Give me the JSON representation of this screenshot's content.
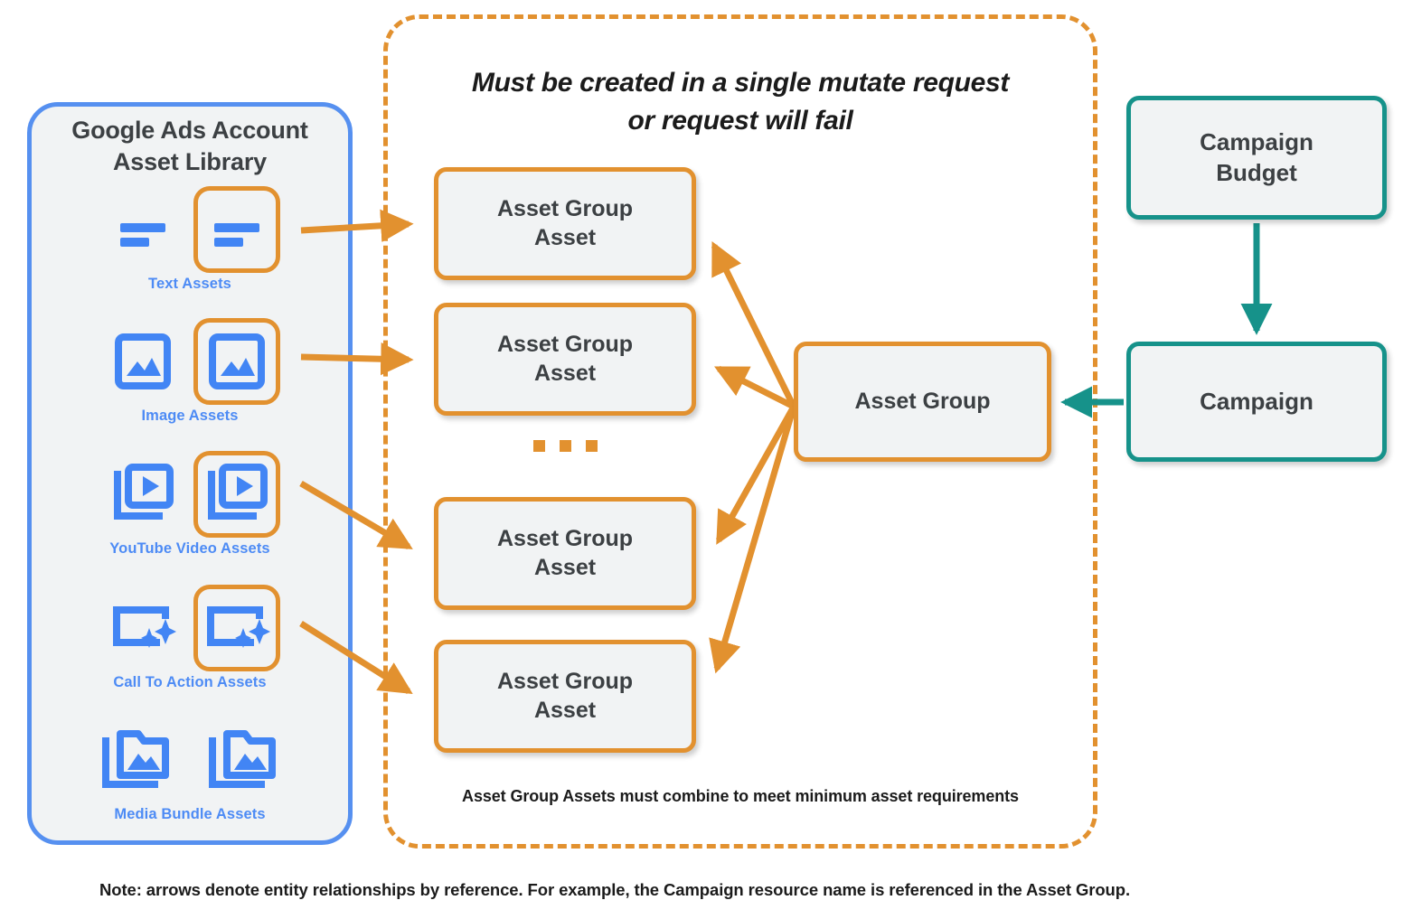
{
  "colors": {
    "orange": "#e2912f",
    "blue": "#4285f4",
    "caption_blue": "#4d8bf5",
    "teal": "#16928a",
    "node_fill": "#f1f3f4",
    "text_dark": "#3c4043",
    "text_black": "#1b1b1b"
  },
  "asset_library": {
    "title_line1": "Google Ads Account",
    "title_line2": "Asset Library",
    "rows": [
      {
        "caption": "Text Assets",
        "icon": "text-lines-icon",
        "highlighted_index": 1
      },
      {
        "caption": "Image Assets",
        "icon": "image-icon",
        "highlighted_index": 1
      },
      {
        "caption": "YouTube Video  Assets",
        "icon": "video-stack-icon",
        "highlighted_index": 1
      },
      {
        "caption": "Call To Action Assets",
        "icon": "call-to-action-icon",
        "highlighted_index": 1
      },
      {
        "caption": "Media Bundle  Assets",
        "icon": "media-bundle-icon",
        "highlighted_index": -1
      }
    ]
  },
  "mutate_region": {
    "title_line1": "Must be created in a single mutate request",
    "title_line2": "or request will fail",
    "footnote": "Asset Group Assets must combine to meet minimum asset requirements"
  },
  "nodes": {
    "asset_group_assets": [
      {
        "line1": "Asset Group",
        "line2": "Asset"
      },
      {
        "line1": "Asset Group",
        "line2": "Asset"
      },
      {
        "line1": "Asset Group",
        "line2": "Asset"
      },
      {
        "line1": "Asset Group",
        "line2": "Asset"
      }
    ],
    "ellipsis": "...",
    "asset_group": "Asset Group",
    "campaign_budget_line1": "Campaign",
    "campaign_budget_line2": "Budget",
    "campaign": "Campaign"
  },
  "footer": {
    "note": "Note: arrows denote entity relationships by reference. For example, the Campaign resource name is referenced in the Asset Group."
  },
  "diagram_data": {
    "type": "entity-relationship-diagram",
    "edges": [
      {
        "from": "text-asset-icon",
        "to": "asset-group-asset-1",
        "color": "#e2912f"
      },
      {
        "from": "image-asset-icon",
        "to": "asset-group-asset-2",
        "color": "#e2912f"
      },
      {
        "from": "video-asset-icon",
        "to": "asset-group-asset-3",
        "color": "#e2912f"
      },
      {
        "from": "call-to-action-icon",
        "to": "asset-group-asset-4",
        "color": "#e2912f"
      },
      {
        "from": "asset-group",
        "to": "asset-group-asset-1",
        "color": "#e2912f"
      },
      {
        "from": "asset-group",
        "to": "asset-group-asset-2",
        "color": "#e2912f"
      },
      {
        "from": "asset-group",
        "to": "asset-group-asset-3",
        "color": "#e2912f"
      },
      {
        "from": "asset-group",
        "to": "asset-group-asset-4",
        "color": "#e2912f"
      },
      {
        "from": "campaign-budget",
        "to": "campaign",
        "color": "#16928a"
      },
      {
        "from": "campaign",
        "to": "asset-group",
        "color": "#16928a"
      }
    ]
  }
}
